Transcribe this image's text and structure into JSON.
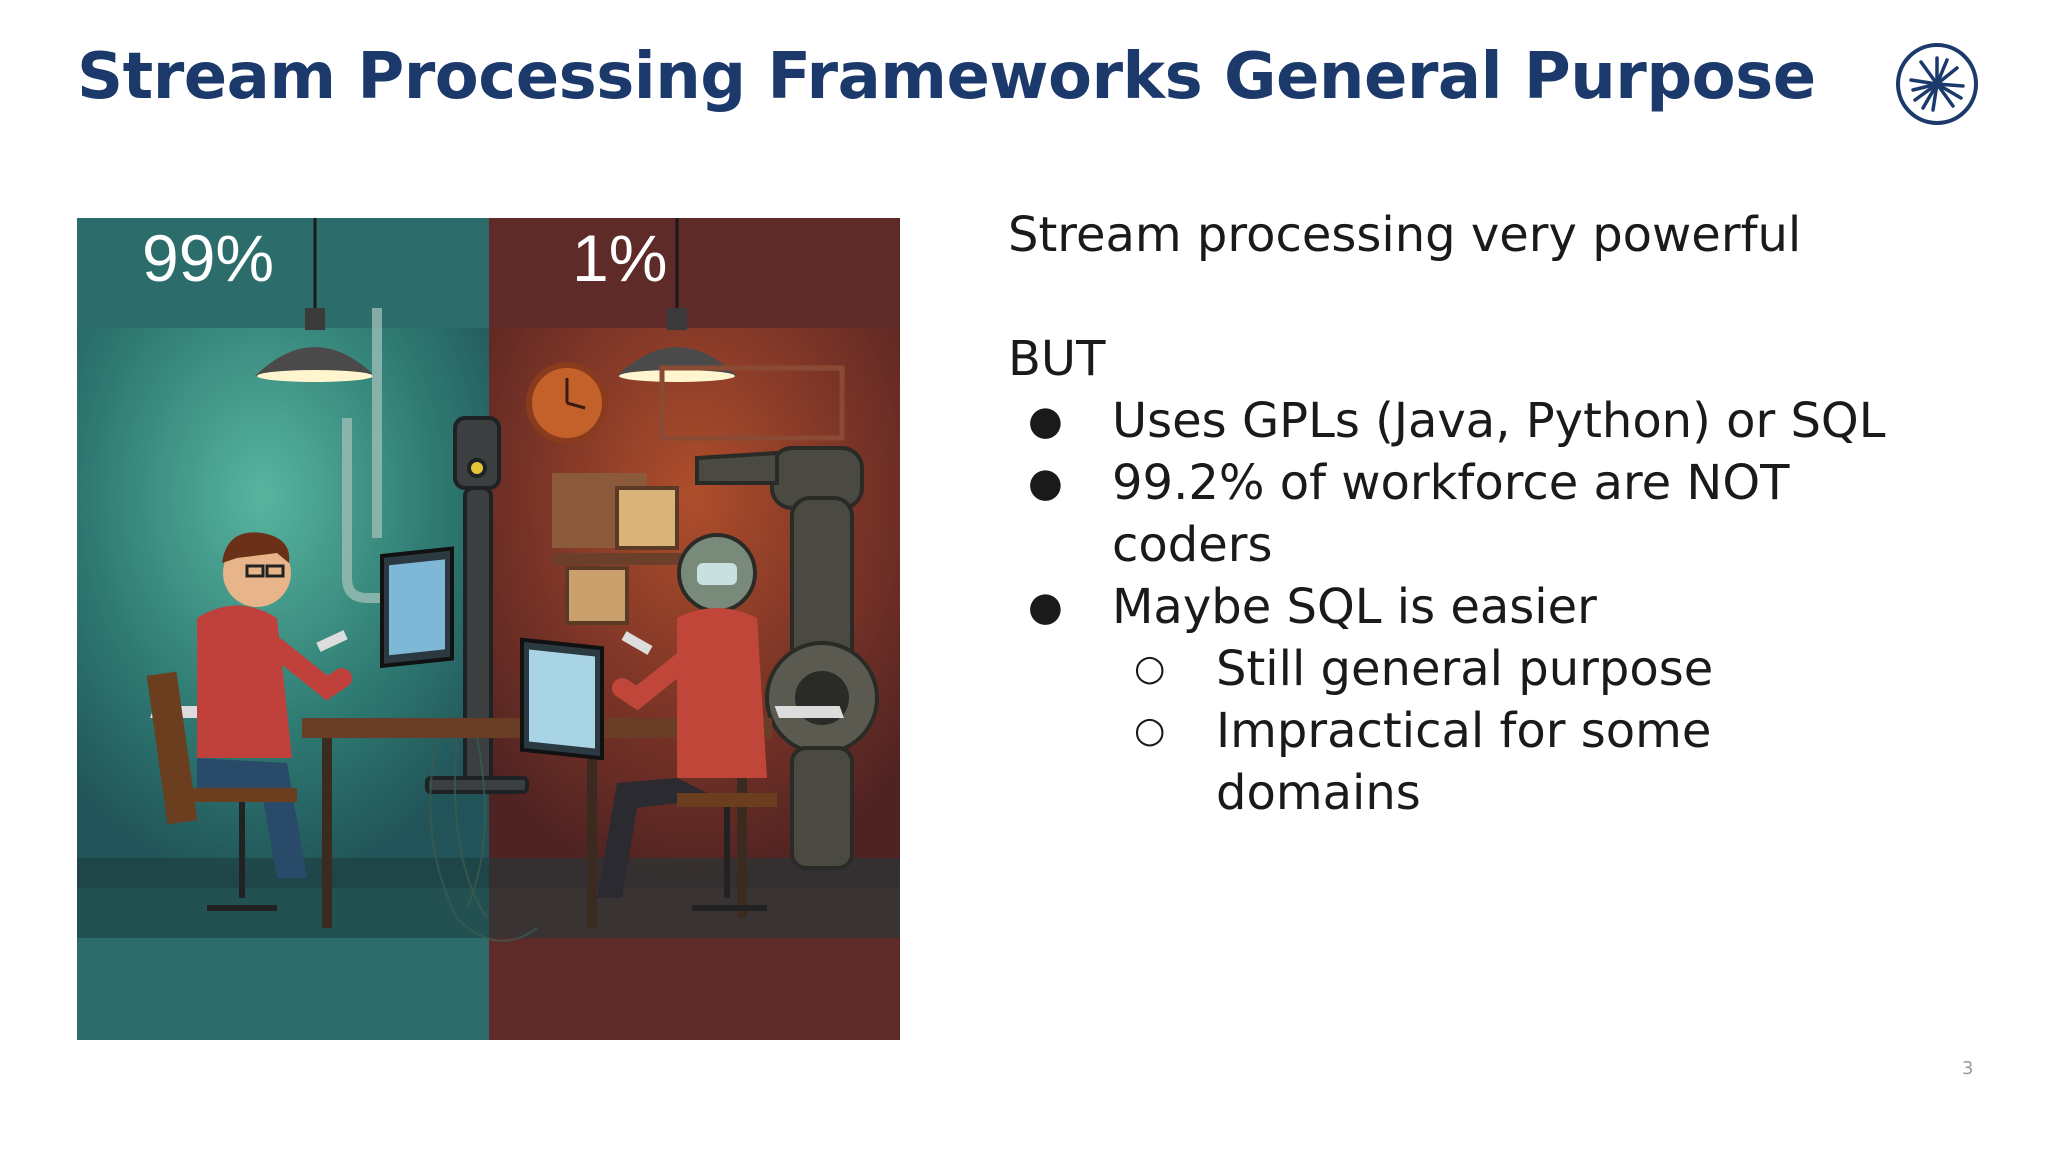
{
  "slide": {
    "title": "Stream Processing Frameworks General Purpose",
    "page_number": "3",
    "brand_color": "#1b3a6b",
    "logo_icon": "starburst-logo-icon"
  },
  "illustration": {
    "left_label": "99%",
    "right_label": "1%",
    "left_color": "#2c6c6a",
    "right_color": "#5e2b28"
  },
  "content": {
    "intro": "Stream processing very powerful",
    "but": "BUT",
    "bullets": [
      {
        "lines": [
          "Uses GPLs (Java, Python) or SQL"
        ]
      },
      {
        "lines": [
          "99.2% of workforce are NOT",
          "coders"
        ]
      },
      {
        "lines": [
          "Maybe SQL is easier"
        ]
      }
    ],
    "sub_bullets": [
      {
        "lines": [
          "Still general purpose"
        ]
      },
      {
        "lines": [
          "Impractical for some",
          "domains"
        ]
      }
    ]
  }
}
